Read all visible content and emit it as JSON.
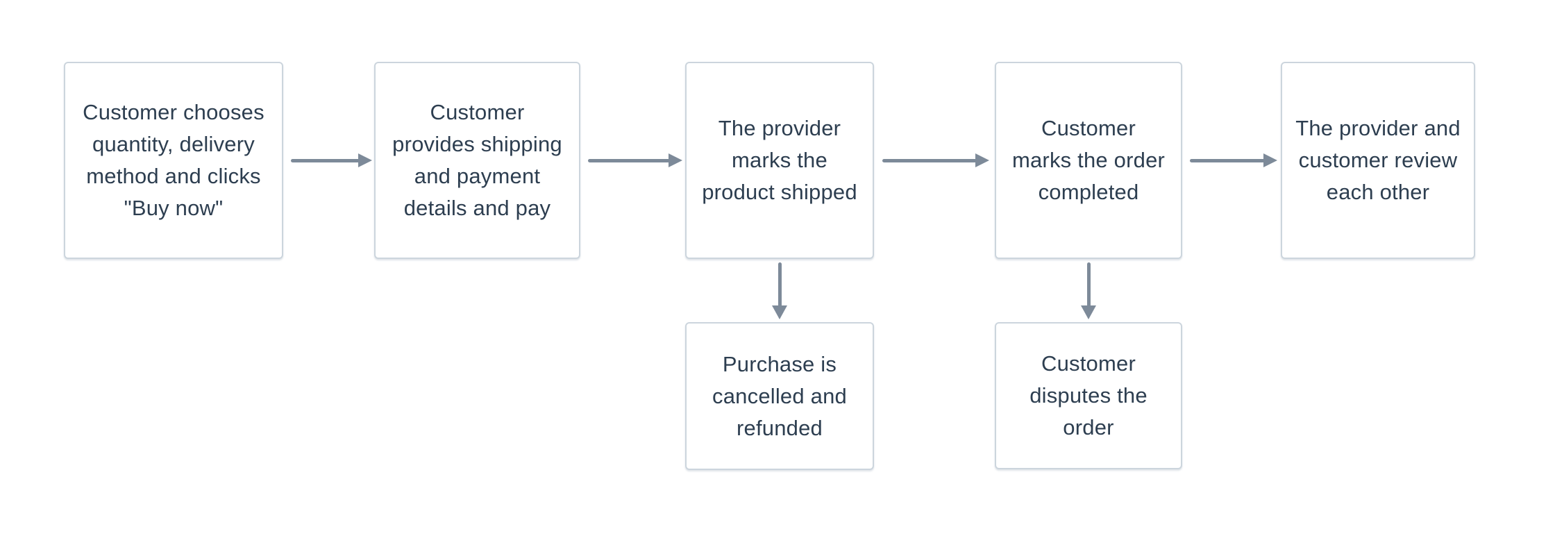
{
  "diagram": {
    "type": "flowchart",
    "direction": "left-to-right",
    "nodes": [
      {
        "id": "choose",
        "label": "Customer chooses\nquantity, delivery\nmethod and clicks\n\"Buy now\"",
        "row": 1,
        "col": 1
      },
      {
        "id": "pay",
        "label": "Customer\nprovides shipping\nand payment\ndetails and pay",
        "row": 1,
        "col": 2
      },
      {
        "id": "shipped",
        "label": "The provider\nmarks the\nproduct shipped",
        "row": 1,
        "col": 3
      },
      {
        "id": "completed",
        "label": "Customer\nmarks the order\ncompleted",
        "row": 1,
        "col": 4
      },
      {
        "id": "review",
        "label": "The provider and\ncustomer review\neach other",
        "row": 1,
        "col": 5
      },
      {
        "id": "cancelled",
        "label": "Purchase is\ncancelled and\nrefunded",
        "row": 2,
        "col": 3
      },
      {
        "id": "disputed",
        "label": "Customer\ndisputes the\norder",
        "row": 2,
        "col": 4
      }
    ],
    "edges": [
      {
        "from": "choose",
        "to": "pay",
        "direction": "right"
      },
      {
        "from": "pay",
        "to": "shipped",
        "direction": "right"
      },
      {
        "from": "shipped",
        "to": "completed",
        "direction": "right"
      },
      {
        "from": "completed",
        "to": "review",
        "direction": "right"
      },
      {
        "from": "shipped",
        "to": "cancelled",
        "direction": "down"
      },
      {
        "from": "completed",
        "to": "disputed",
        "direction": "down"
      }
    ]
  },
  "theme": {
    "canvas_bg": "#ffffff",
    "node_bg": "#ffffff",
    "node_border": "#ccd5dd",
    "node_text": "#2d3e50",
    "arrow_color": "#7d8a99"
  }
}
